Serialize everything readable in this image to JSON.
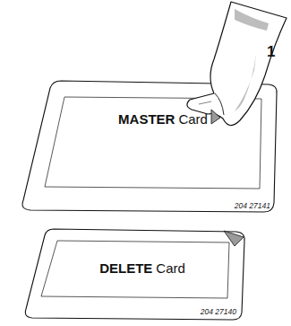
{
  "diagram": {
    "nodes": [
      {
        "text": [
          "MASTER",
          "Card",
          "204 27141"
        ]
      },
      {
        "text": [
          "DELETE",
          "Card",
          "204 27140"
        ]
      }
    ],
    "labels": [
      "1"
    ]
  }
}
